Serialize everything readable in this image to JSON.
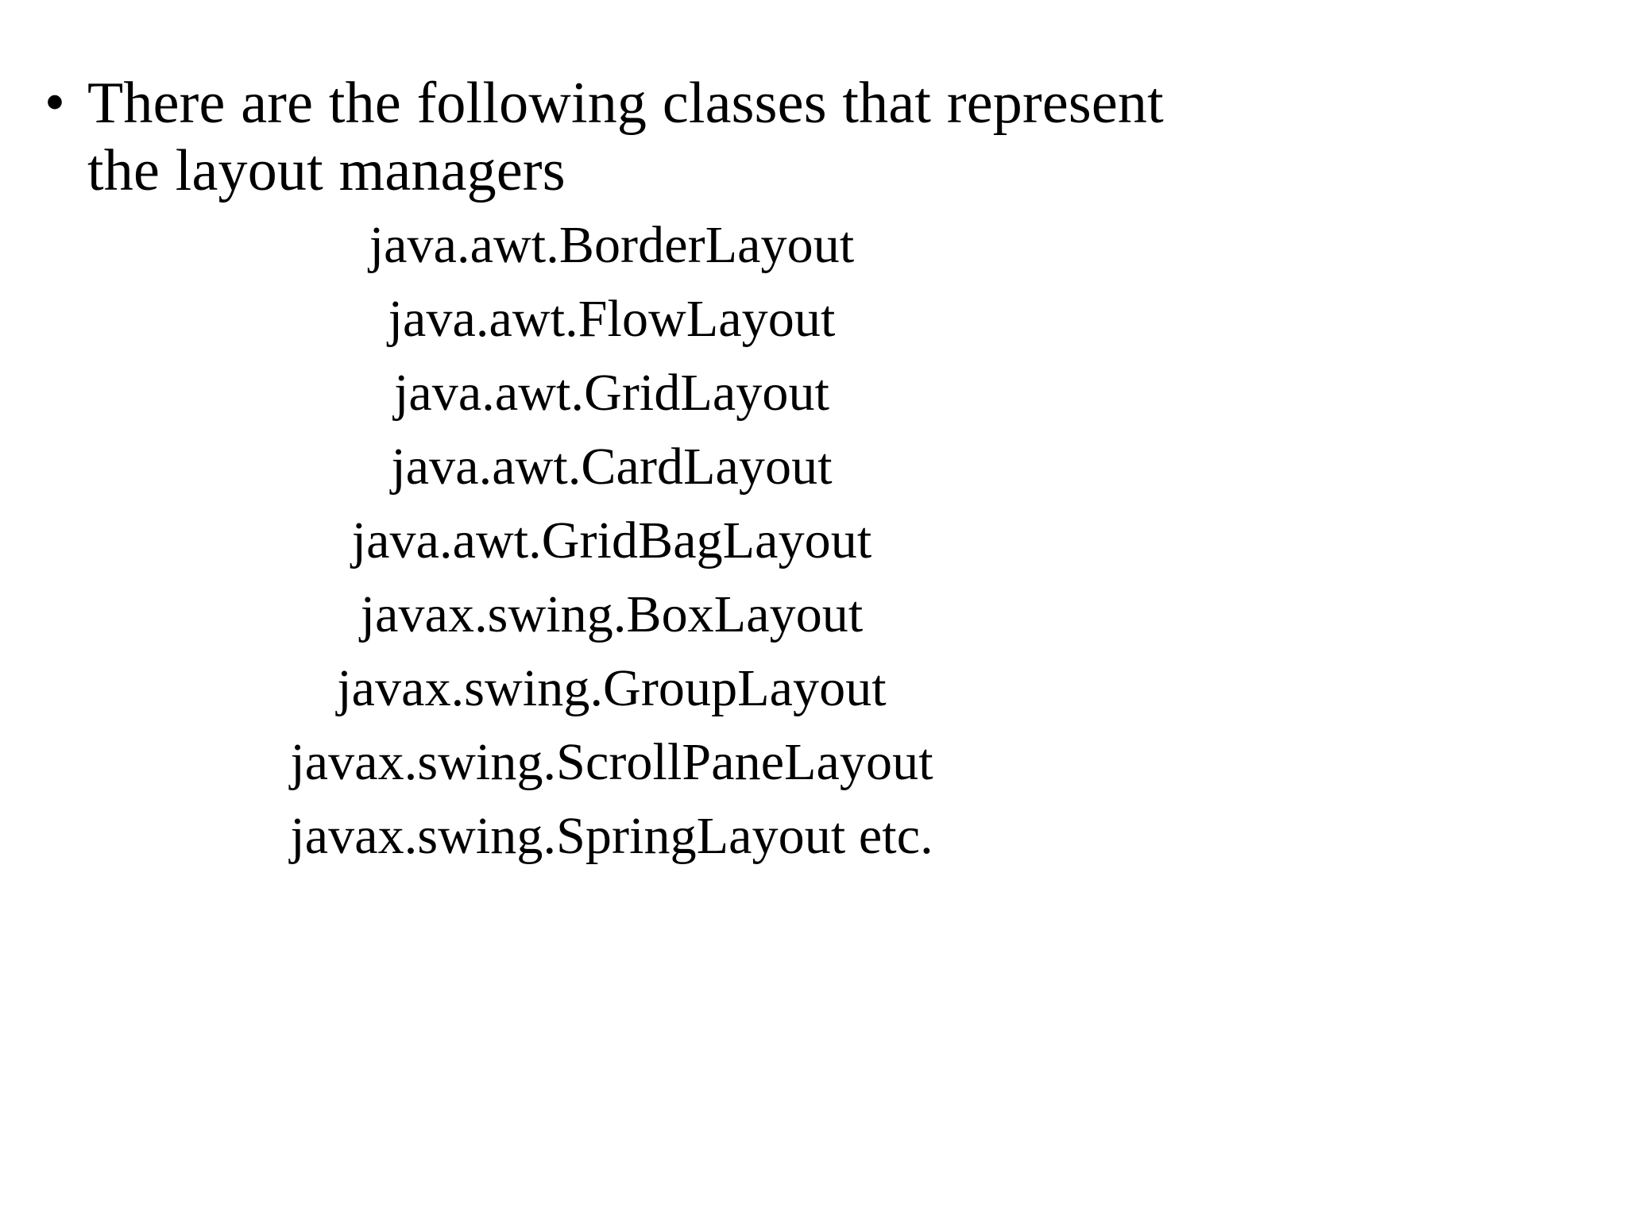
{
  "slide": {
    "background_color": "#ffffff",
    "text_color": "#000000",
    "bullet": {
      "marker": "•",
      "text": "There are the following classes that represent the layout managers"
    },
    "class_list": [
      {
        "name": "java.awt.BorderLayout"
      },
      {
        "name": "java.awt.FlowLayout"
      },
      {
        "name": "java.awt.GridLayout"
      },
      {
        "name": "java.awt.CardLayout"
      },
      {
        "name": "java.awt.GridBagLayout"
      },
      {
        "name": "javax.swing.BoxLayout"
      },
      {
        "name": "javax.swing.GroupLayout"
      },
      {
        "name": "javax.swing.ScrollPaneLayout"
      },
      {
        "name": "javax.swing.SpringLayout etc."
      }
    ]
  }
}
